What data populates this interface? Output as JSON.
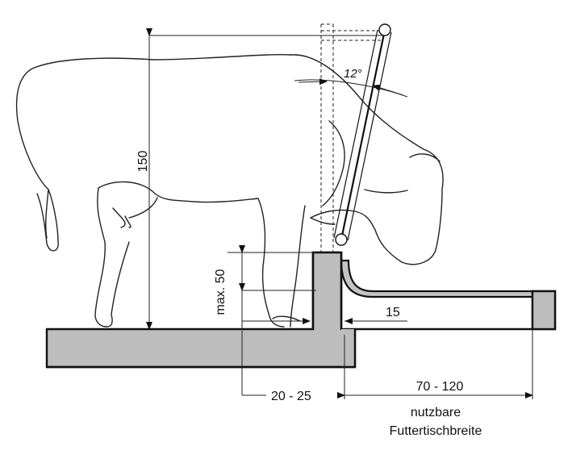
{
  "diagram": {
    "dimensions": {
      "height_total": "150",
      "max_height": "max. 50",
      "angle": "12°",
      "step": "15",
      "offset": "20 - 25",
      "table_width": "70 - 120"
    },
    "caption_line1": "nutzbare",
    "caption_line2": "Futtertischbreite"
  }
}
